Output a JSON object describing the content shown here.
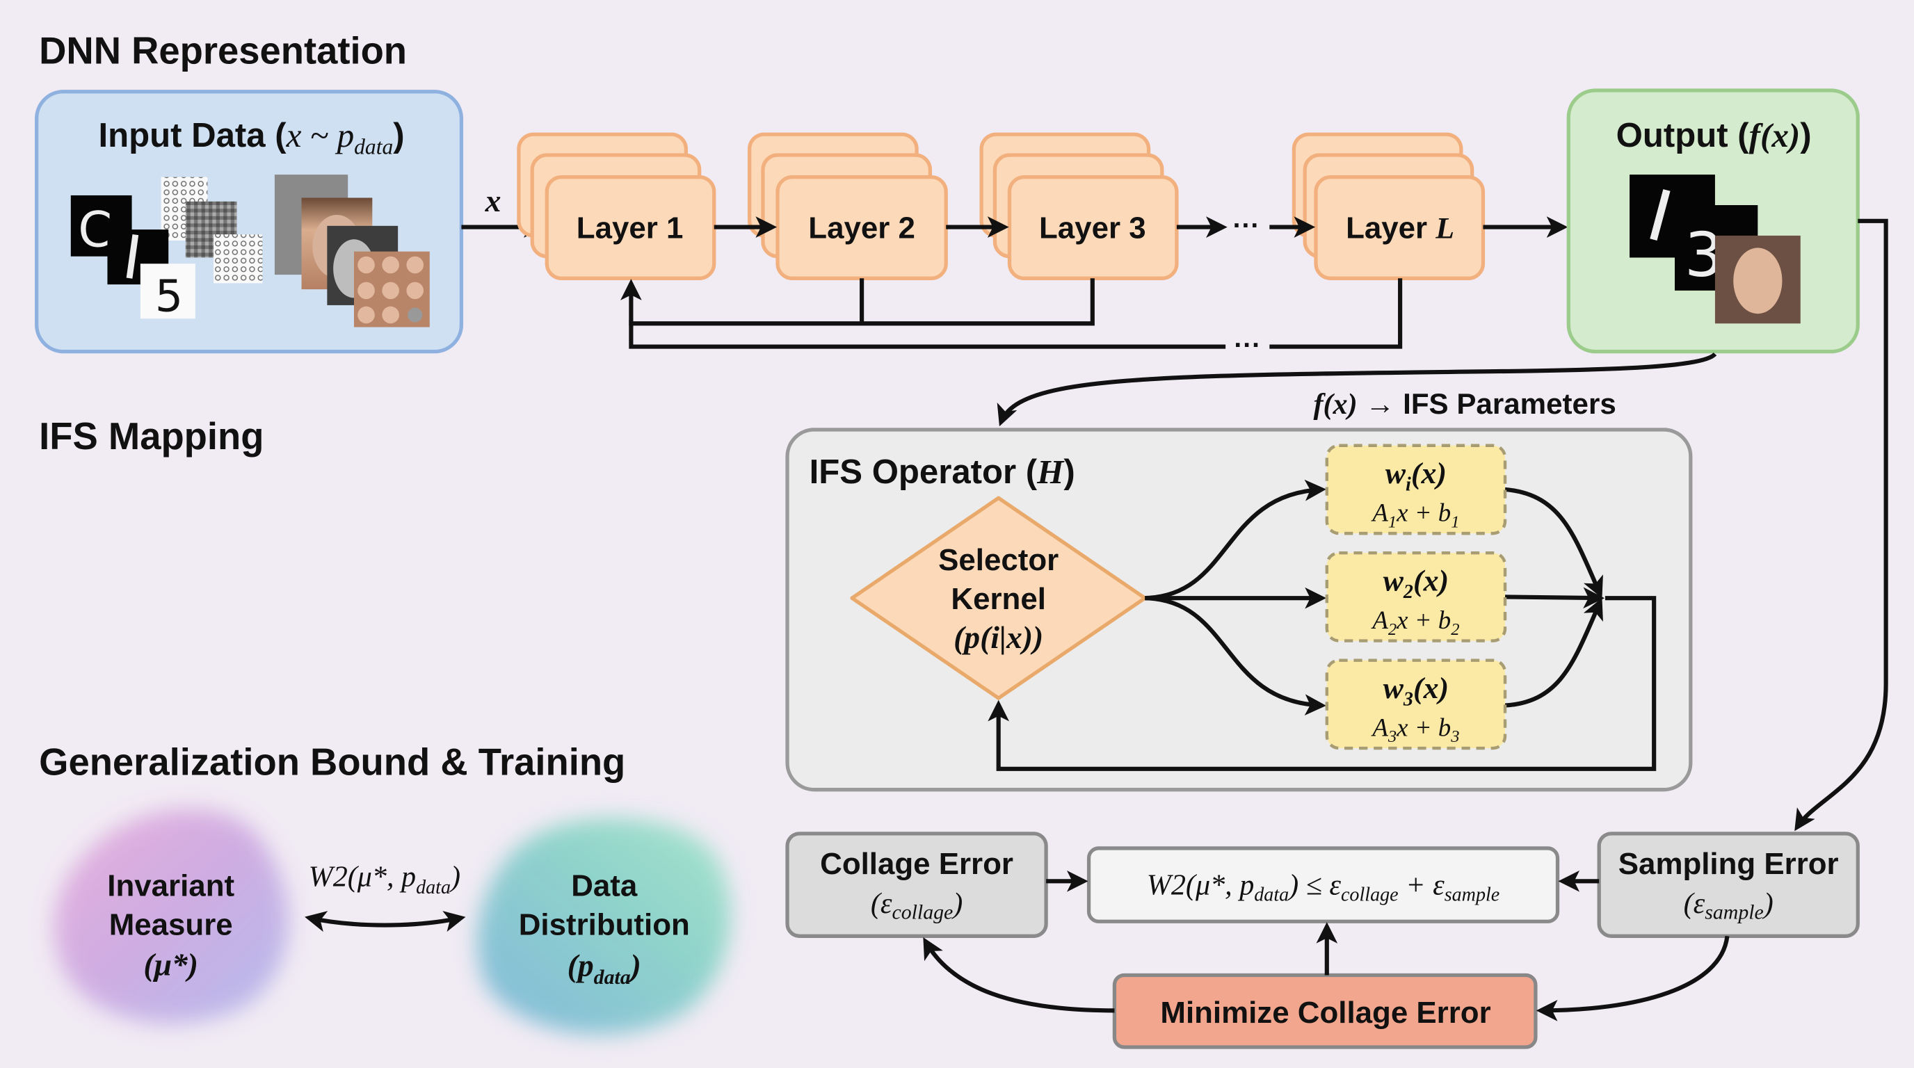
{
  "sections": {
    "dnn": "DNN Representation",
    "ifs": "IFS Mapping",
    "gen": "Generalization Bound & Training"
  },
  "input": {
    "label": "Input Data (",
    "var": "x ~ p",
    "sub": "data",
    "close": ")"
  },
  "arrow_x_label": "x",
  "layers": [
    {
      "label": "Layer 1"
    },
    {
      "label": "Layer 2"
    },
    {
      "label": "Layer 3"
    },
    {
      "label": "Layer ",
      "var": "L"
    }
  ],
  "ellipsis": "···",
  "output": {
    "label": "Output (",
    "var": "f(x)",
    "close": ")"
  },
  "params_label": {
    "var": "f(x)",
    "text": " → IFS Parameters"
  },
  "ifs_operator": {
    "label": "IFS Operator (",
    "var": "H",
    "close": ")"
  },
  "selector": {
    "line1": "Selector",
    "line2": "Kernel",
    "line3": "(p(i|x))"
  },
  "maps": [
    {
      "w": "w",
      "wsub": "i",
      "wtail": "(x)",
      "a": "A",
      "asub": "1",
      "mid": "x + b",
      "bsub": "1"
    },
    {
      "w": "w",
      "wsub": "2",
      "wtail": "(x)",
      "a": "A",
      "asub": "2",
      "mid": "x + b",
      "bsub": "2"
    },
    {
      "w": "w",
      "wsub": "3",
      "wtail": "(x)",
      "a": "A",
      "asub": "3",
      "mid": "x + b",
      "bsub": "3"
    }
  ],
  "invariant": {
    "line1": "Invariant",
    "line2": "Measure",
    "line3": "(μ*)"
  },
  "data_dist": {
    "line1": "Data",
    "line2": "Distribution",
    "line3": "(p",
    "sub": "data",
    "close": ")"
  },
  "w2_label": {
    "pre": "W2(μ*, p",
    "sub": "data",
    "close": ")"
  },
  "collage": {
    "title": "Collage Error",
    "pre": "(ε",
    "sub": "collage",
    "close": ")"
  },
  "bound": {
    "pre": "W2(μ*, p",
    "sub1": "data",
    "mid": ") ≤ ε",
    "sub2": "collage",
    "plus": " + ε",
    "sub3": "sample"
  },
  "sampling": {
    "title": "Sampling Error",
    "pre": "(ε",
    "sub": "sample",
    "close": ")"
  },
  "minimize": "Minimize Collage Error",
  "colors": {
    "input_fill": "#cfe0f3",
    "output_fill": "#d5ebcd",
    "layer_fill": "#fcd9b8",
    "map_fill": "#fbe9a6",
    "minimize_fill": "#f2a68e",
    "background": "#f1ebf4"
  }
}
